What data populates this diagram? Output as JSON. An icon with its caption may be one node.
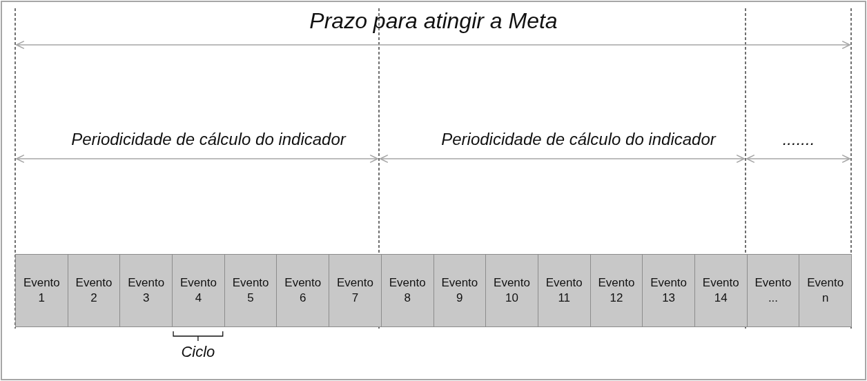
{
  "diagram": {
    "nodes": [
      {
        "text": [
          "Evento 1"
        ]
      },
      {
        "text": [
          "Evento 2"
        ]
      },
      {
        "text": [
          "Evento 3"
        ]
      },
      {
        "text": [
          "Evento 4"
        ]
      },
      {
        "text": [
          "Evento 5"
        ]
      },
      {
        "text": [
          "Evento 6"
        ]
      },
      {
        "text": [
          "Evento 7"
        ]
      },
      {
        "text": [
          "Evento 8"
        ]
      },
      {
        "text": [
          "Evento 9"
        ]
      },
      {
        "text": [
          "Evento 10"
        ]
      },
      {
        "text": [
          "Evento 11"
        ]
      },
      {
        "text": [
          "Evento 12"
        ]
      },
      {
        "text": [
          "Evento 13"
        ]
      },
      {
        "text": [
          "Evento 14"
        ]
      },
      {
        "text": [
          "Evento ..."
        ]
      },
      {
        "text": [
          "Evento n"
        ]
      }
    ],
    "labels": [
      "Prazo para atingir a Meta",
      "Periodicidade de cálculo do indicador",
      "Periodicidade de cálculo do indicador",
      ".......",
      "Ciclo"
    ]
  }
}
